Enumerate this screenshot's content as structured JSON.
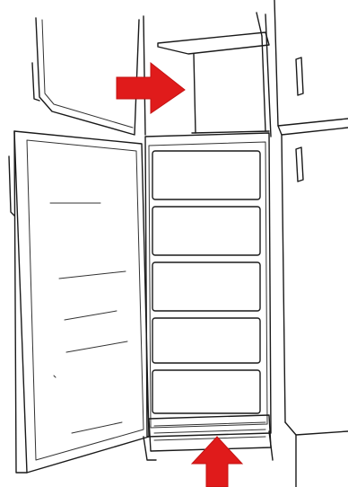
{
  "illustration": {
    "subject": "upright-freezer-open-door",
    "drawers_count": 5,
    "arrows": [
      {
        "name": "top-cabinet-arrow",
        "direction": "right",
        "color": "#e01b1b"
      },
      {
        "name": "base-grille-arrow",
        "direction": "up",
        "color": "#e01b1b"
      }
    ],
    "colors": {
      "line": "#1a1a1a",
      "background": "#ffffff",
      "arrow": "#e01b1b"
    }
  }
}
